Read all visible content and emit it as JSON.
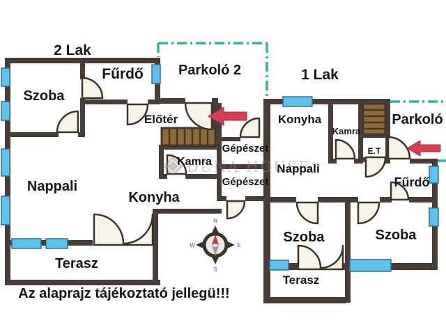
{
  "apartment_left": {
    "title": "2 Lak",
    "szoba": "Szoba",
    "furdo": "Fűrdő",
    "eloter": "Előtér",
    "kamra": "Kamra",
    "nappali": "Nappali",
    "konyha": "Konyha",
    "terasz": "Terasz",
    "parkolo": "Parkoló 2"
  },
  "apartment_right": {
    "title": "1 Lak",
    "konyha": "Konyha",
    "kamra": "Kamra",
    "et": "E.T",
    "nappali": "Nappali",
    "furdo": "Fűrdő",
    "szoba1": "Szoba",
    "szoba2": "Szoba",
    "terasz": "Terasz",
    "parkolo": "Parkoló"
  },
  "utility": {
    "gepeszet_upper": "Gépészet",
    "gepeszet_lower": "Gépészet"
  },
  "compass": {
    "north": "N",
    "east": "E",
    "south": "S",
    "west": "W"
  },
  "watermark": {
    "brand": "DUNA HOUSE"
  },
  "disclaimer": "Az alaprajz tájékoztató jellegü!!!",
  "colors": {
    "wall": "#493e37",
    "window_fill": "#5ec3ec",
    "window_stroke": "#2f6f99",
    "stair_fill": "#8e6b35",
    "teal_boundary": "#2fb5a2",
    "arrow_red": "#d63d52",
    "door_fill": "#f8f3e9",
    "door_stroke": "#3c332b"
  }
}
